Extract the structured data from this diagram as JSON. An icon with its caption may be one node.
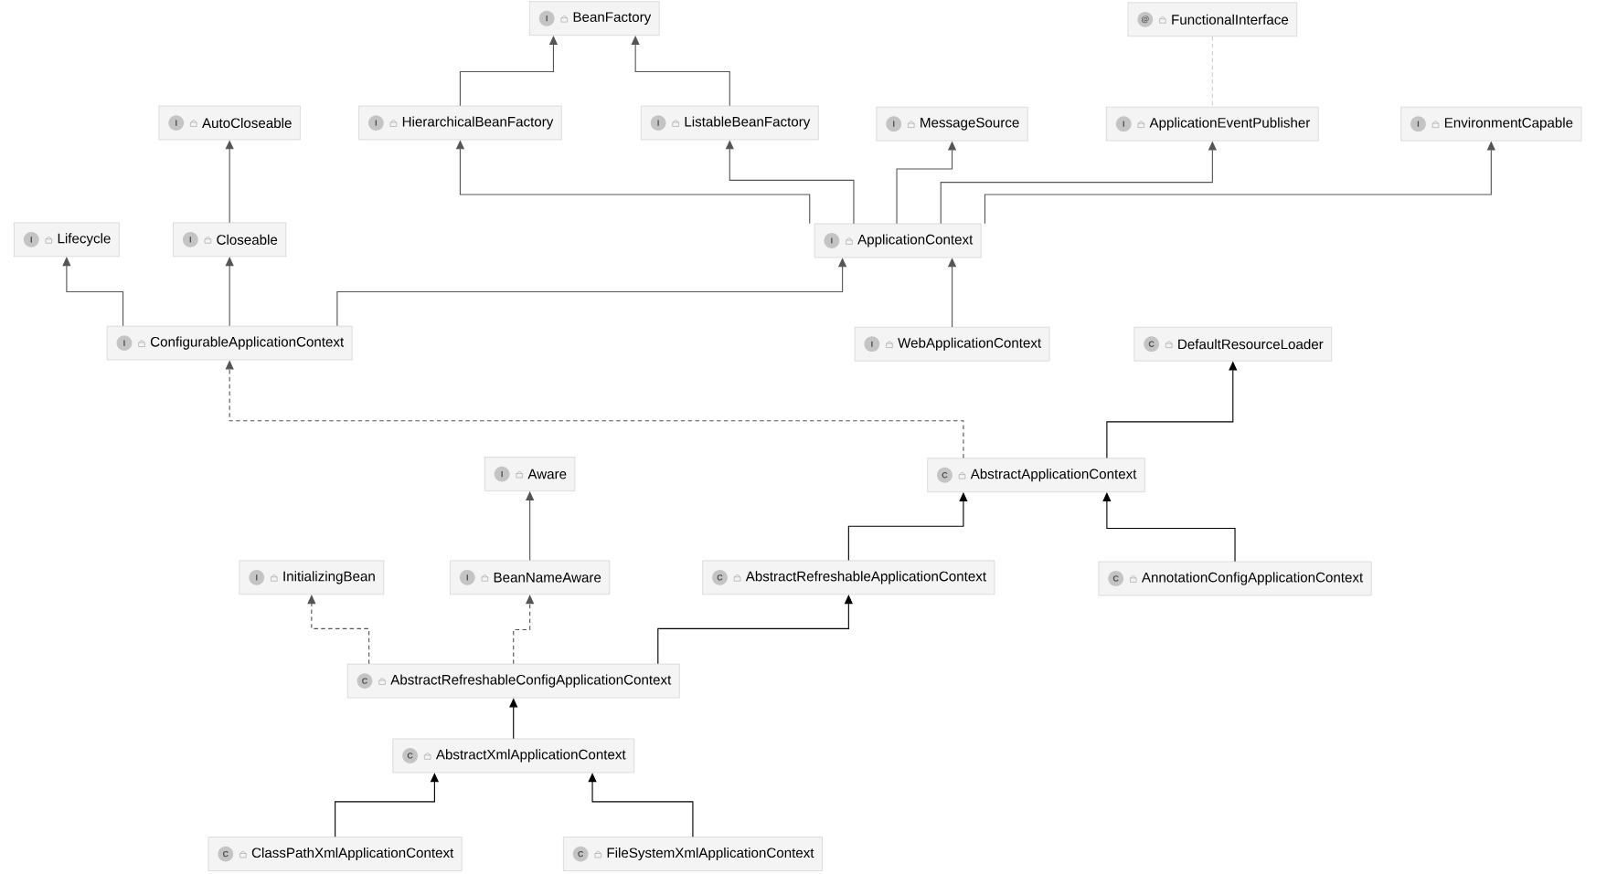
{
  "diagram": {
    "nodes": [
      {
        "text": [
          "I",
          "BeanFactory"
        ]
      },
      {
        "text": [
          "@",
          "FunctionalInterface"
        ]
      },
      {
        "text": [
          "I",
          "AutoCloseable"
        ]
      },
      {
        "text": [
          "I",
          "HierarchicalBeanFactory"
        ]
      },
      {
        "text": [
          "I",
          "ListableBeanFactory"
        ]
      },
      {
        "text": [
          "I",
          "MessageSource"
        ]
      },
      {
        "text": [
          "I",
          "ApplicationEventPublisher"
        ]
      },
      {
        "text": [
          "I",
          "EnvironmentCapable"
        ]
      },
      {
        "text": [
          "I",
          "Lifecycle"
        ]
      },
      {
        "text": [
          "I",
          "Closeable"
        ]
      },
      {
        "text": [
          "I",
          "ApplicationContext"
        ]
      },
      {
        "text": [
          "I",
          "ConfigurableApplicationContext"
        ]
      },
      {
        "text": [
          "I",
          "WebApplicationContext"
        ]
      },
      {
        "text": [
          "C",
          "DefaultResourceLoader"
        ]
      },
      {
        "text": [
          "I",
          "Aware"
        ]
      },
      {
        "text": [
          "C",
          "AbstractApplicationContext"
        ]
      },
      {
        "text": [
          "I",
          "InitializingBean"
        ]
      },
      {
        "text": [
          "I",
          "BeanNameAware"
        ]
      },
      {
        "text": [
          "C",
          "AbstractRefreshableApplicationContext"
        ]
      },
      {
        "text": [
          "C",
          "AnnotationConfigApplicationContext"
        ]
      },
      {
        "text": [
          "C",
          "AbstractRefreshableConfigApplicationContext"
        ]
      },
      {
        "text": [
          "C",
          "AbstractXmlApplicationContext"
        ]
      },
      {
        "text": [
          "C",
          "ClassPathXmlApplicationContext"
        ]
      },
      {
        "text": [
          "C",
          "FileSystemXmlApplicationContext"
        ]
      }
    ],
    "edges": [
      {
        "from": 3,
        "to": 0,
        "arrow": "to"
      },
      {
        "from": 4,
        "to": 0,
        "arrow": "to"
      },
      {
        "from": 1,
        "to": 6,
        "arrow": "none",
        "style": "dashed",
        "color": "#cccccc"
      },
      {
        "from": 9,
        "to": 2,
        "arrow": "to"
      },
      {
        "from": 10,
        "to": 3,
        "arrow": "to"
      },
      {
        "from": 10,
        "to": 4,
        "arrow": "to"
      },
      {
        "from": 10,
        "to": 5,
        "arrow": "to"
      },
      {
        "from": 10,
        "to": 6,
        "arrow": "to"
      },
      {
        "from": 10,
        "to": 7,
        "arrow": "to"
      },
      {
        "from": 11,
        "to": 8,
        "arrow": "to"
      },
      {
        "from": 11,
        "to": 9,
        "arrow": "to"
      },
      {
        "from": 11,
        "to": 10,
        "arrow": "to"
      },
      {
        "from": 12,
        "to": 10,
        "arrow": "to"
      },
      {
        "from": 15,
        "to": 11,
        "arrow": "to",
        "style": "dashed"
      },
      {
        "from": 15,
        "to": 13,
        "arrow": "to",
        "color": "#000000"
      },
      {
        "from": 17,
        "to": 14,
        "arrow": "to"
      },
      {
        "from": 18,
        "to": 15,
        "arrow": "to",
        "color": "#000000"
      },
      {
        "from": 19,
        "to": 15,
        "arrow": "to",
        "color": "#000000"
      },
      {
        "from": 20,
        "to": 16,
        "arrow": "to",
        "style": "dashed"
      },
      {
        "from": 20,
        "to": 17,
        "arrow": "to",
        "style": "dashed"
      },
      {
        "from": 20,
        "to": 18,
        "arrow": "to",
        "color": "#000000"
      },
      {
        "from": 21,
        "to": 20,
        "arrow": "to",
        "color": "#000000"
      },
      {
        "from": 22,
        "to": 21,
        "arrow": "to",
        "color": "#000000"
      },
      {
        "from": 23,
        "to": 21,
        "arrow": "to",
        "color": "#000000"
      }
    ]
  }
}
